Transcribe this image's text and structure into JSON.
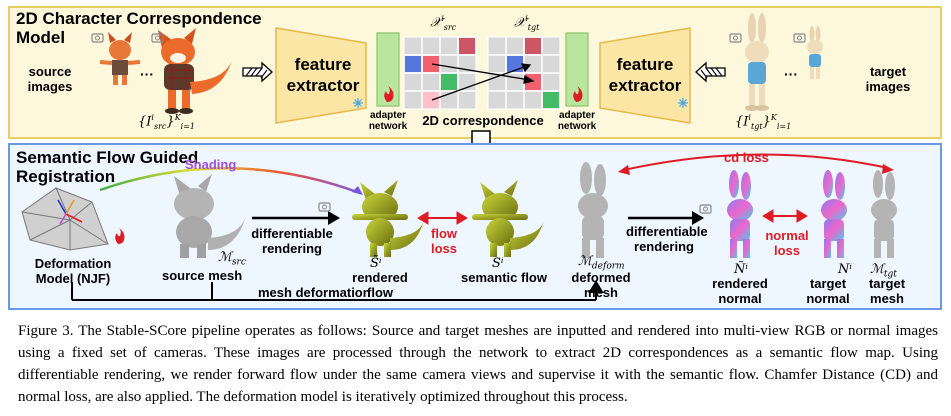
{
  "top_panel": {
    "title_line1": "2D Character Correspondence",
    "title_line2": "Model",
    "source_images_l1": "source",
    "source_images_l2": "images",
    "target_images_l1": "target",
    "target_images_l2": "images",
    "source_set": "{I^i_src}^K_{i=1}",
    "target_set": "{I^i_tgt}^K_{i=1}",
    "extractor_left": [
      "feature",
      "extractor"
    ],
    "extractor_right": [
      "feature",
      "extractor"
    ],
    "adapter_left": [
      "adapter",
      "network"
    ],
    "adapter_right": [
      "adapter",
      "network"
    ],
    "x_src": "X^i_src",
    "x_tgt": "X^i_tgt",
    "correspondence": "2D correspondence",
    "ellipsis": "···"
  },
  "bottom_panel": {
    "title_line1": "Semantic Flow Guided",
    "title_line2": "Registration",
    "shading": "Shading",
    "deformation_model_l1": "Deformation",
    "deformation_model_l2": "Model (NJF)",
    "source_mesh": "source mesh",
    "m_src": "M_src",
    "diff_render_1": [
      "differentiable",
      "rendering"
    ],
    "rendered_flow": "rendered flow",
    "s_tilde": "S̃ⁱ",
    "flow_loss": [
      "flow",
      "loss"
    ],
    "semantic_flow": "semantic flow",
    "s_i": "Sⁱ",
    "deformed_mesh": "deformed mesh",
    "m_deform": "M_deform",
    "diff_render_2": [
      "differentiable",
      "rendering"
    ],
    "rendered_normal": [
      "rendered",
      "normal"
    ],
    "n_tilde": "Ñⁱ",
    "normal_loss": [
      "normal",
      "loss"
    ],
    "target_normal": [
      "target",
      "normal"
    ],
    "n_i": "Nⁱ",
    "target_mesh": [
      "target",
      "mesh"
    ],
    "m_tgt": "M_tgt",
    "cd_loss": "cd loss",
    "mesh_deformation": "mesh deformation"
  },
  "caption": "Figure 3.  The Stable-SCore pipeline operates as follows: Source and target meshes are inputted and rendered into multi-view RGB or normal images using a fixed set of cameras. These images are processed through the network to extract 2D correspondences as a semantic flow map. Using differentiable rendering, we render forward flow under the same camera views and supervise it with the semantic flow. Chamfer Distance (CD) and normal loss, are also applied. The deformation model is iteratively optimized throughout this process.",
  "colors": {
    "top_bg": "#fdf8dc",
    "top_border": "#e6cf63",
    "bot_bg": "#eef6ff",
    "bot_border": "#6b98e6",
    "extractor": "#fbe6a6",
    "adapter": "#b9e59e",
    "loss_red": "#e01b24"
  }
}
